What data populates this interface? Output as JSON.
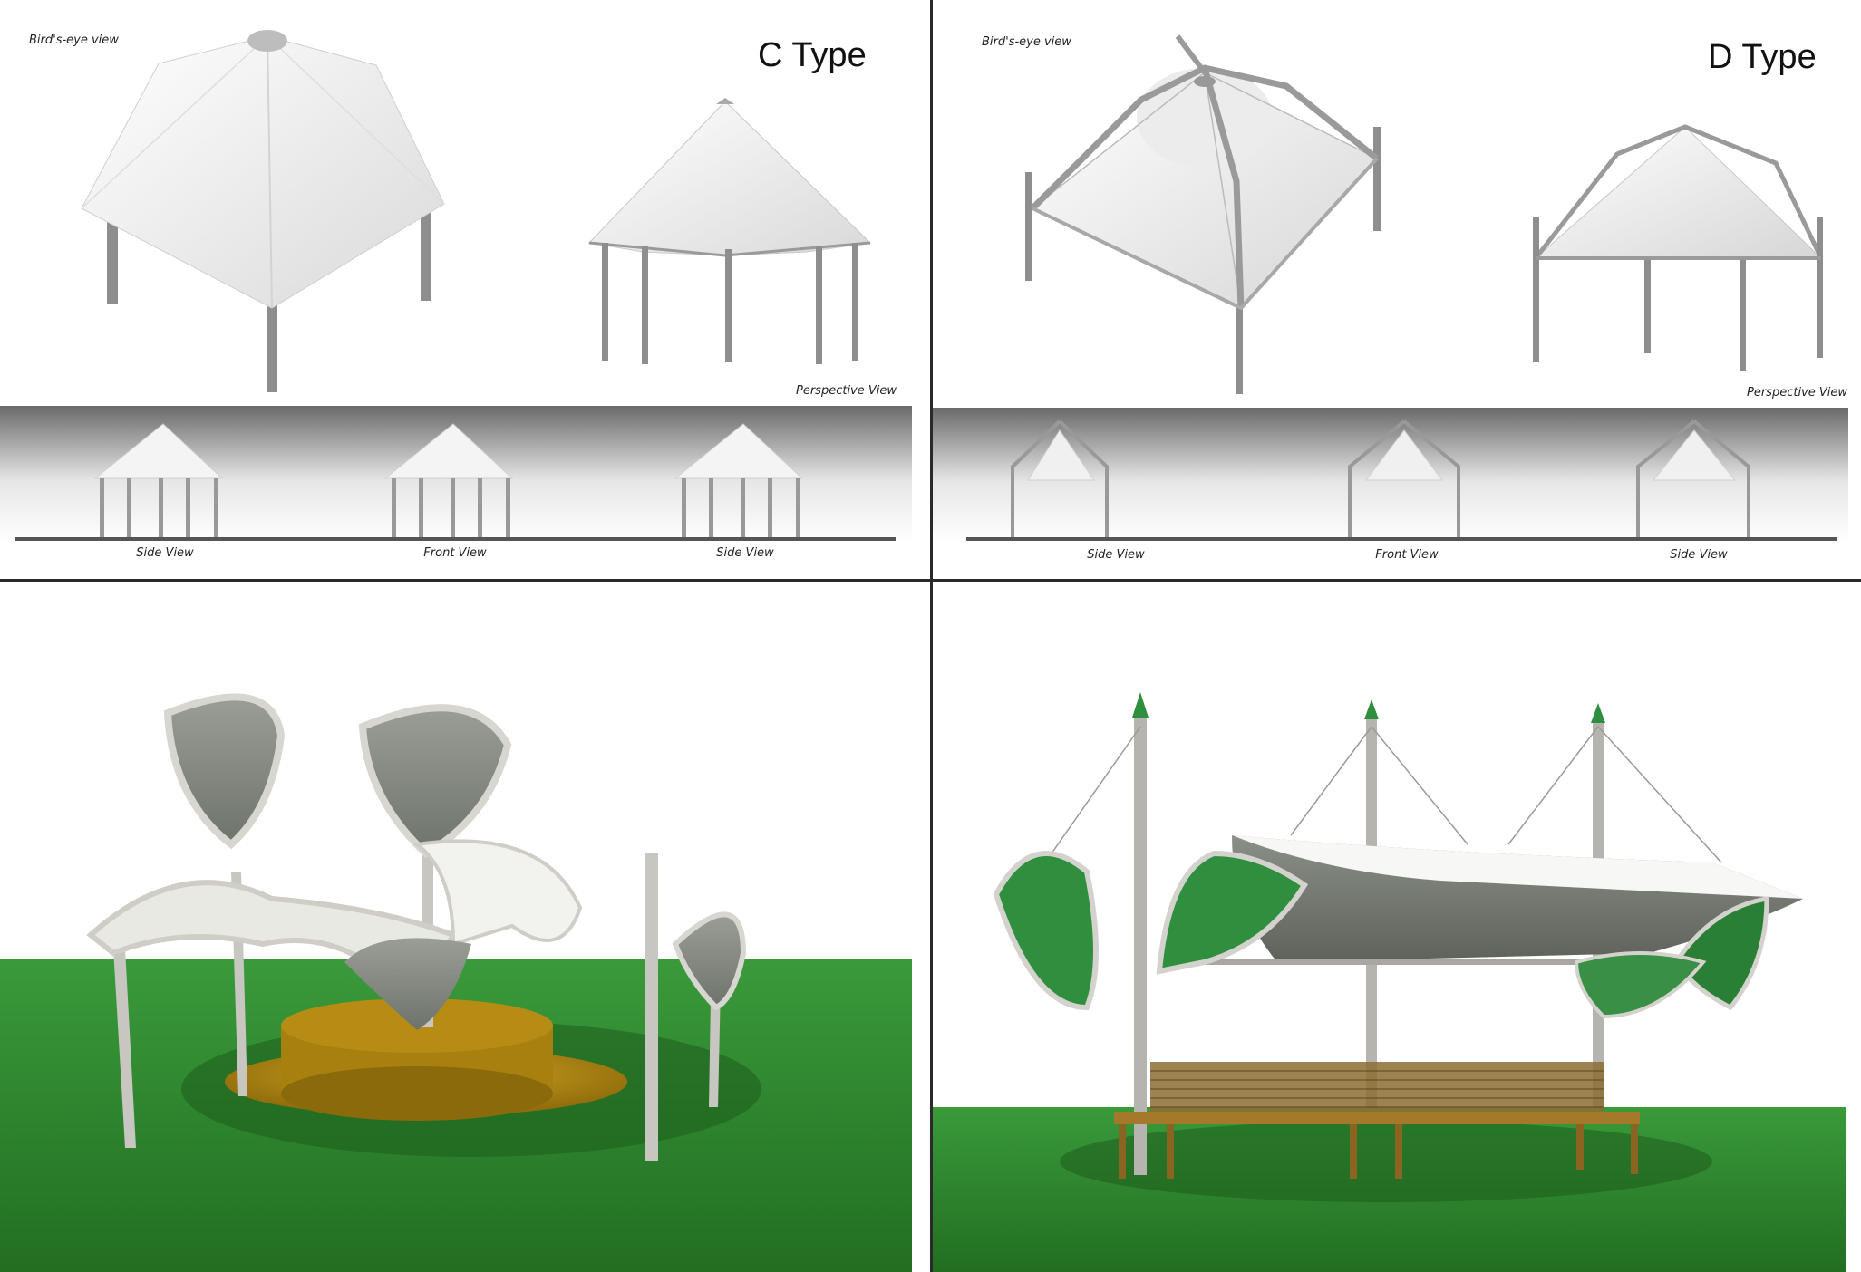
{
  "c_type": {
    "title": "C Type",
    "birds_eye_label": "Bird's-eye view",
    "perspective_label": "Perspective View",
    "side_view_left_label": "Side View",
    "front_view_label": "Front View",
    "side_view_right_label": "Side View"
  },
  "d_type": {
    "title": "D Type",
    "birds_eye_label": "Bird's-eye view",
    "perspective_label": "Perspective View",
    "side_view_left_label": "Side View",
    "front_view_label": "Front View",
    "side_view_right_label": "Side View"
  },
  "colors": {
    "canopy_white": "#f2f2f2",
    "pole_gray": "#8e8e8e",
    "grass_green": "#2f8a2f",
    "bench_gold": "#b08a12",
    "panel_green": "#2f8f3f"
  }
}
